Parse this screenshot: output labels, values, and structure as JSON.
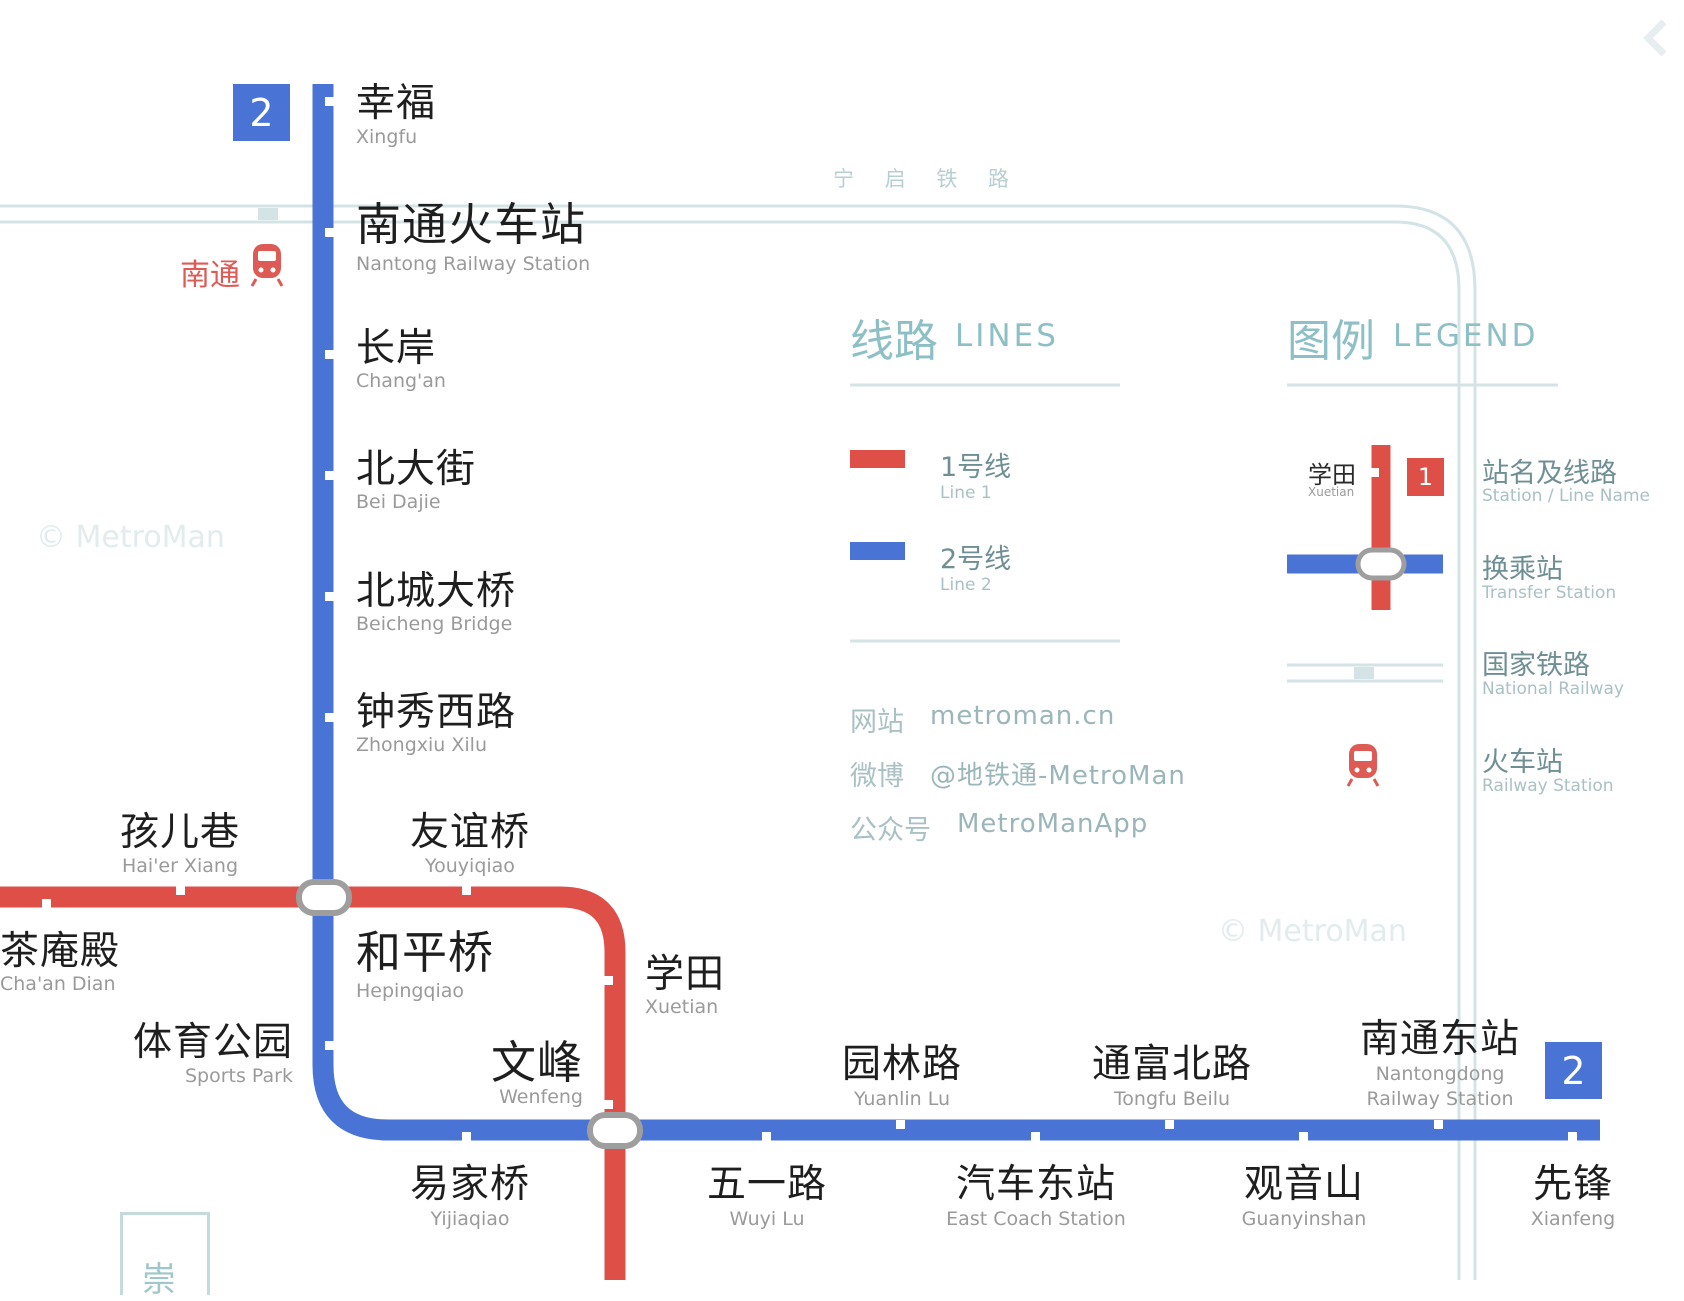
{
  "lines": {
    "line1": {
      "color": "#de4f48"
    },
    "line2": {
      "color": "#4a73d6"
    },
    "rail": {
      "color": "#d3e3e6"
    }
  },
  "badges": {
    "top_line2": "2",
    "east_line2": "2"
  },
  "railway": {
    "name": "宁 启 铁 路"
  },
  "nantong_rail_station": {
    "label": "南通",
    "icon": "train-icon"
  },
  "watermarks": [
    "© MetroMan",
    "© MetroMan"
  ],
  "stations": {
    "xingfu": {
      "cn": "幸福",
      "en": "Xingfu"
    },
    "nantong_railway": {
      "cn": "南通火车站",
      "en": "Nantong Railway Station"
    },
    "changan": {
      "cn": "长岸",
      "en": "Chang'an"
    },
    "beidajie": {
      "cn": "北大街",
      "en": "Bei Dajie"
    },
    "beicheng": {
      "cn": "北城大桥",
      "en": "Beicheng Bridge"
    },
    "zhongxiu": {
      "cn": "钟秀西路",
      "en": "Zhongxiu Xilu"
    },
    "haierxiang": {
      "cn": "孩儿巷",
      "en": "Hai'er Xiang"
    },
    "youyiqiao": {
      "cn": "友谊桥",
      "en": "Youyiqiao"
    },
    "chaandian": {
      "cn": "茶庵殿",
      "en": "Cha'an Dian"
    },
    "hepingqiao": {
      "cn": "和平桥",
      "en": "Hepingqiao"
    },
    "xuetian": {
      "cn": "学田",
      "en": "Xuetian"
    },
    "sportspark": {
      "cn": "体育公园",
      "en": "Sports Park"
    },
    "wenfeng": {
      "cn": "文峰",
      "en": "Wenfeng"
    },
    "yuanlinlu": {
      "cn": "园林路",
      "en": "Yuanlin Lu"
    },
    "tongfu": {
      "cn": "通富北路",
      "en": "Tongfu Beilu"
    },
    "nantongdong": {
      "cn": "南通东站",
      "en1": "Nantongdong",
      "en2": "Railway Station"
    },
    "yijiaqiao": {
      "cn": "易家桥",
      "en": "Yijiaqiao"
    },
    "wuyilu": {
      "cn": "五一路",
      "en": "Wuyi Lu"
    },
    "eastcoach": {
      "cn": "汽车东站",
      "en": "East Coach Station"
    },
    "guanyinshan": {
      "cn": "观音山",
      "en": "Guanyinshan"
    },
    "xianfeng": {
      "cn": "先锋",
      "en": "Xianfeng"
    }
  },
  "lines_panel": {
    "title_cn": "线路",
    "title_en": "LINES",
    "items": [
      {
        "cn": "1号线",
        "en": "Line 1",
        "color": "#de4f48"
      },
      {
        "cn": "2号线",
        "en": "Line 2",
        "color": "#4a73d6"
      }
    ],
    "info": [
      {
        "key": "网站",
        "value": "metroman.cn"
      },
      {
        "key": "微博",
        "value": "@地铁通-MetroMan"
      },
      {
        "key": "公众号",
        "value": "MetroManApp"
      }
    ]
  },
  "legend": {
    "title_cn": "图例",
    "title_en": "LEGEND",
    "sample_station_cn": "学田",
    "sample_station_en": "Xuetian",
    "sample_badge": "1",
    "items": [
      {
        "cn": "站名及线路",
        "en": "Station  /  Line Name"
      },
      {
        "cn": "换乘站",
        "en": "Transfer Station"
      },
      {
        "cn": "国家铁路",
        "en": "National Railway"
      },
      {
        "cn": "火车站",
        "en": "Railway Station"
      }
    ]
  },
  "partial": {
    "sign_char": "崇"
  }
}
